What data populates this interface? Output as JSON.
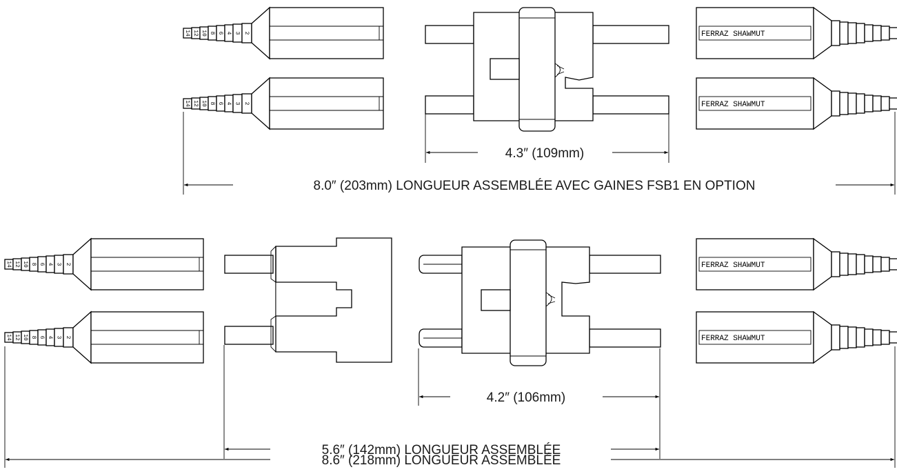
{
  "colors": {
    "line": "#000000",
    "background": "#ffffff"
  },
  "gauge_marks": [
    "14",
    "12",
    "10",
    "8",
    "6",
    "4",
    "3",
    "2"
  ],
  "brand_label": "FERRAZ SHAWMUT",
  "dimensions": {
    "top_inner": "4.3″ (109mm)",
    "top_overall": "8.0″ (203mm) LONGUEUR ASSEMBLÉE AVEC GAINES FSB1 EN OPTION",
    "bottom_inner": "4.2″ (106mm)",
    "bottom_mid": "5.6″ (142mm) LONGUEUR ASSEMBLÉE",
    "bottom_overall": "8.6″ (218mm) LONGUEUR ASSEMBLÉE"
  }
}
